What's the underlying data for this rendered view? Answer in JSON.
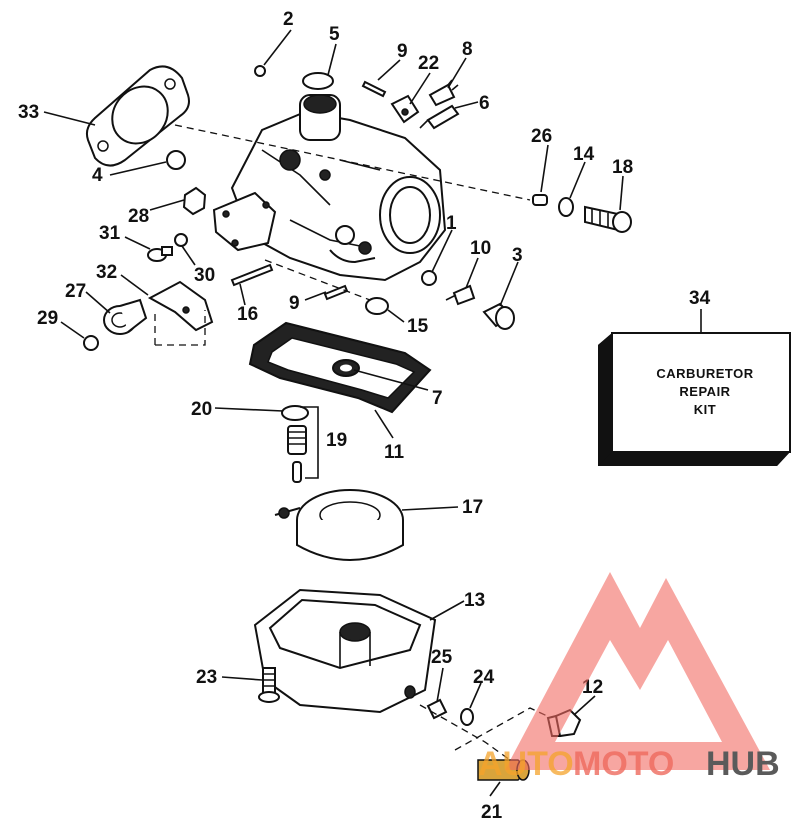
{
  "labels": {
    "p1": "1",
    "p2": "2",
    "p3": "3",
    "p4": "4",
    "p5": "5",
    "p6": "6",
    "p7": "7",
    "p8": "8",
    "p9a": "9",
    "p9b": "9",
    "p10": "10",
    "p11": "11",
    "p12": "12",
    "p13": "13",
    "p14": "14",
    "p15": "15",
    "p16": "16",
    "p17": "17",
    "p18": "18",
    "p19": "19",
    "p20": "20",
    "p21": "21",
    "p22": "22",
    "p23": "23",
    "p24": "24",
    "p25": "25",
    "p26": "26",
    "p27": "27",
    "p28": "28",
    "p29": "29",
    "p30": "30",
    "p31": "31",
    "p32": "32",
    "p33": "33",
    "p34": "34"
  },
  "kit": {
    "line1": "CARBURETOR",
    "line2": "REPAIR",
    "line3": "KIT"
  },
  "watermark": {
    "part_a": "AUTO",
    "part_b": "MOTO",
    "part_c": "HUB",
    "color_a": "#f4a32b",
    "color_b": "#ee6a5e",
    "color_c": "#5a5a5a",
    "logo_color": "#f26b63"
  }
}
